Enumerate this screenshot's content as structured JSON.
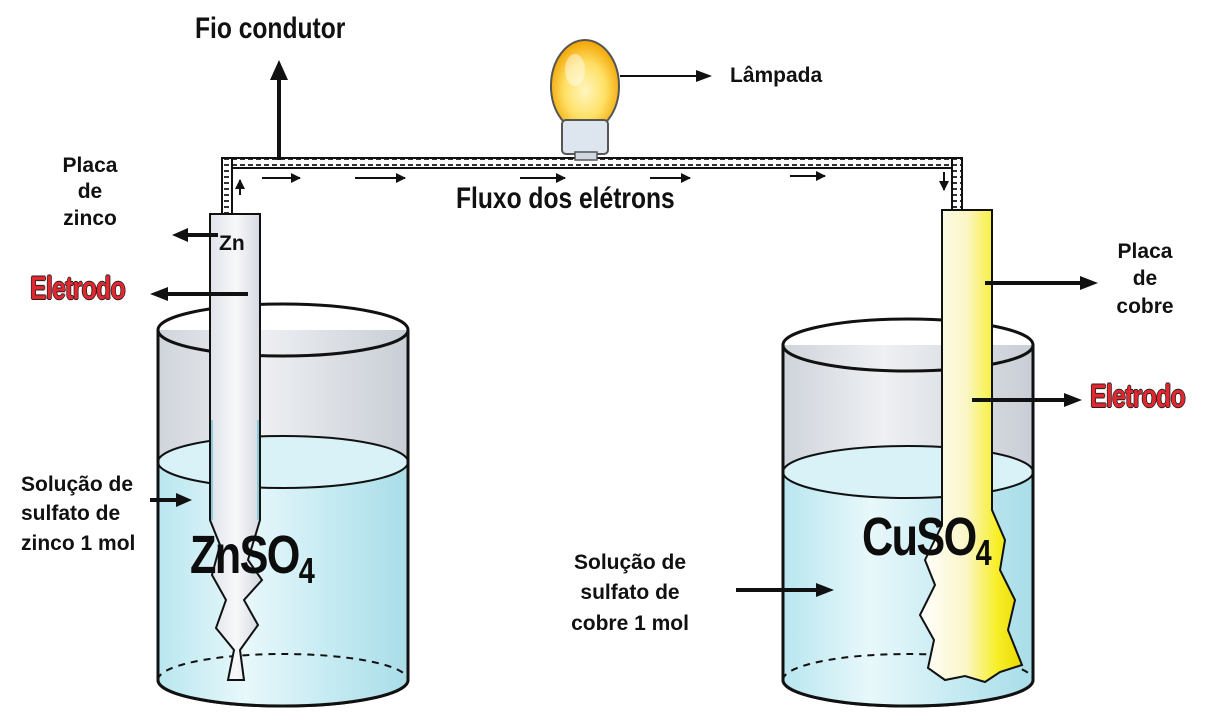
{
  "title": "Fio condutor",
  "lamp_label": "Lâmpada",
  "electron_flow": "Fluxo dos elétrons",
  "left": {
    "plate_label": "Placa\nde\nzinco",
    "electrode_symbol": "Zn",
    "electrode_label": "Eletrodo",
    "solution_label": "Solução de\nsulfato de\nzinco 1 mol",
    "formula_main": "ZnSO",
    "formula_sub": "4"
  },
  "right": {
    "plate_label": "Placa\nde\ncobre",
    "electrode_label": "Eletrodo",
    "solution_label": "Solução de\nsulfato de\ncobre 1 mol",
    "formula_main": "CuSO",
    "formula_sub": "4"
  },
  "colors": {
    "solution": "#c6ecf3",
    "zinc_plate": "#eef0f4",
    "copper_plate": "#f7ef2a",
    "electrode_text": "#e4262e",
    "lamp_glow": "#ffd84a"
  }
}
